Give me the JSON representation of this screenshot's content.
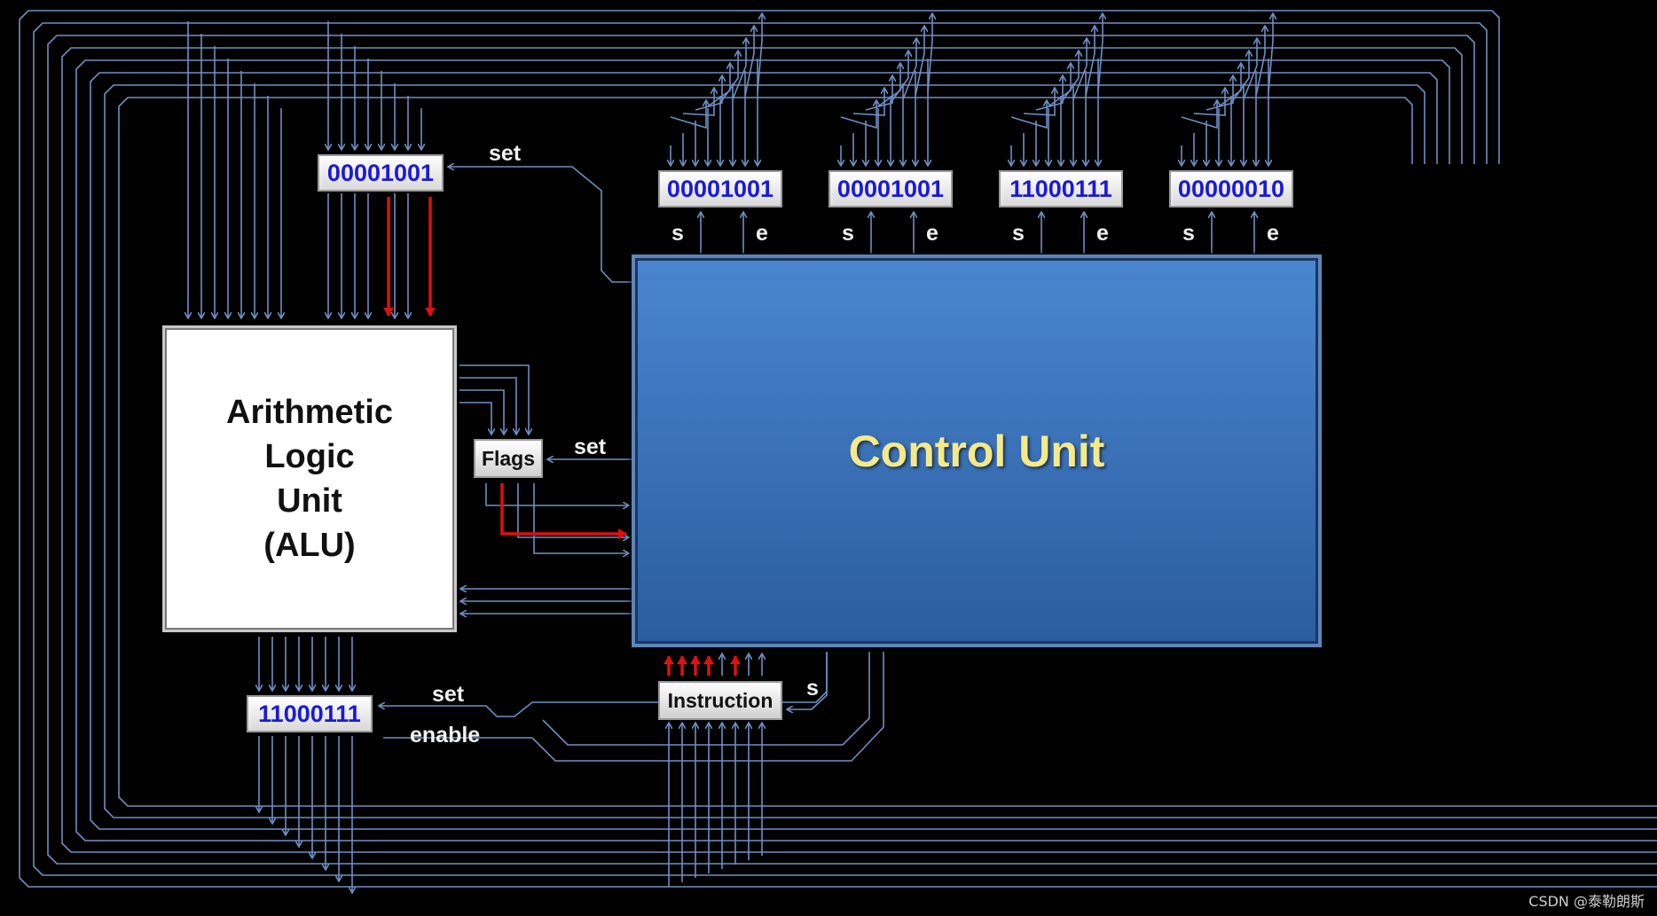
{
  "alu": {
    "lines": [
      "Arithmetic",
      "Logic",
      "Unit",
      "(ALU)"
    ]
  },
  "control_unit": {
    "label": "Control Unit"
  },
  "alu_input_register": {
    "value": "00001001",
    "set_label": "set"
  },
  "output_register": {
    "value": "11000111",
    "set_label": "set",
    "enable_label": "enable"
  },
  "flags": {
    "label": "Flags",
    "set_label": "set"
  },
  "instruction": {
    "label": "Instruction",
    "set_label": "s"
  },
  "registers": [
    {
      "value": "00001001",
      "set_label": "s",
      "enable_label": "e"
    },
    {
      "value": "00001001",
      "set_label": "s",
      "enable_label": "e"
    },
    {
      "value": "11000111",
      "set_label": "s",
      "enable_label": "e"
    },
    {
      "value": "00000010",
      "set_label": "s",
      "enable_label": "e"
    }
  ],
  "colors": {
    "wire": "#6f8fc4",
    "active_wire": "#e01010",
    "background": "#000000",
    "control_unit": "#3d74bd",
    "register_text": "#1a1ad6",
    "control_unit_text": "#f5e98a"
  },
  "watermark": "CSDN @泰勒朗斯"
}
